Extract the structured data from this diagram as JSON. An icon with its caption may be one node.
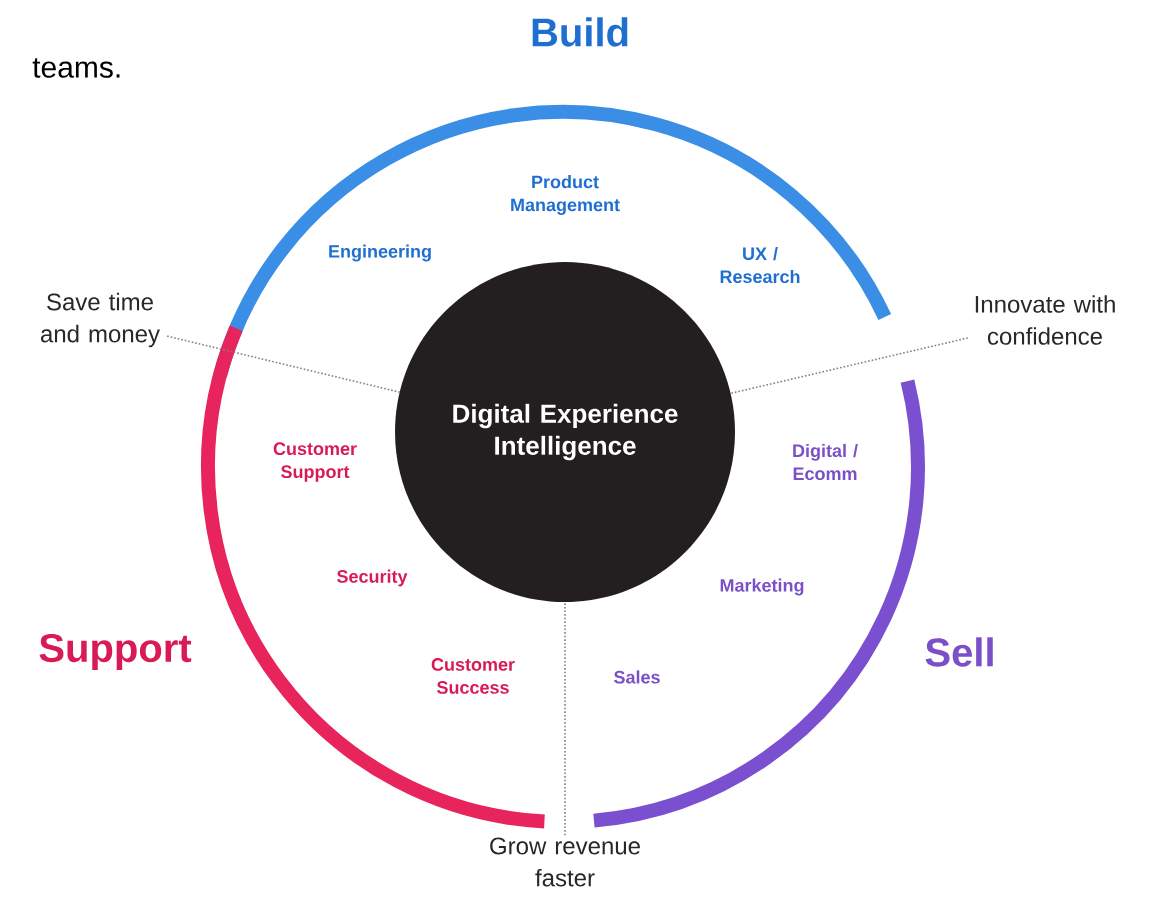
{
  "diagram": {
    "nodes": [
      {
        "text": [
          "Digital Experience Intelligence"
        ]
      },
      {
        "text": [
          "Save time and money"
        ]
      },
      {
        "text": [
          "Innovate with confidence"
        ]
      },
      {
        "text": [
          "Grow revenue faster"
        ]
      }
    ],
    "edges": [
      {
        "from": 1,
        "to": 0,
        "arrow": "none",
        "style": "dashed"
      },
      {
        "from": 2,
        "to": 0,
        "arrow": "none",
        "style": "dashed"
      },
      {
        "from": 3,
        "to": 0,
        "arrow": "none",
        "style": "dashed"
      }
    ],
    "labels": [
      "Build",
      "teams.",
      "Product Management",
      "Engineering",
      "UX / Research",
      "Customer Support",
      "Digital / Ecomm",
      "Security",
      "Marketing",
      "Support",
      "Customer Success",
      "Sales",
      "Sell"
    ]
  }
}
